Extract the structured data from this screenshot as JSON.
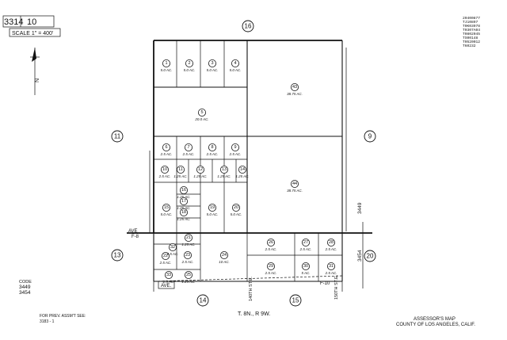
{
  "header": {
    "book": "3314",
    "page": "10",
    "scale": "SCALE 1\" = 400'"
  },
  "stamp_lines": [
    "20400877",
    "TJ10897",
    "T0K03978",
    "T0307A04",
    "T0802045",
    "TS00148",
    "T0520012",
    "T60232"
  ],
  "section_numbers": {
    "north": "16",
    "west": "11",
    "east": "9",
    "southwest": "13",
    "southeast": "20",
    "south_left": "14",
    "south_right": "15"
  },
  "street_labels": {
    "avenue_top": "AVE",
    "avenue_bottom": "AVE.",
    "street_140": "140TH ST.E.",
    "street_150": "150TH ST.E.",
    "tract_f8": "F-8",
    "tract_f10": "F-10"
  },
  "adjacent_map_refs": {
    "book_3449_top": "3449",
    "book_3454": "3454"
  },
  "parcels": [
    {
      "id": "1",
      "acres": "5.0 AC."
    },
    {
      "id": "2",
      "acres": "5.0 AC."
    },
    {
      "id": "3",
      "acres": "5.0 AC."
    },
    {
      "id": "4",
      "acres": "5.0 AC."
    },
    {
      "id": "5",
      "acres": "20.0 AC."
    },
    {
      "id": "6",
      "acres": "2.5 AC."
    },
    {
      "id": "7",
      "acres": "2.5 AC."
    },
    {
      "id": "8",
      "acres": "2.5 AC."
    },
    {
      "id": "9",
      "acres": "2.5 AC."
    },
    {
      "id": "10",
      "acres": "2.5 AC."
    },
    {
      "id": "11",
      "acres": "1.25 AC."
    },
    {
      "id": "12",
      "acres": "1.25 AC."
    },
    {
      "id": "13",
      "acres": "1.25 AC."
    },
    {
      "id": "14",
      "acres": "1.25 AC."
    },
    {
      "id": "15",
      "acres": "5.0 AC."
    },
    {
      "id": "16",
      "acres": "1.25 AC."
    },
    {
      "id": "17",
      "acres": "1.25 AC."
    },
    {
      "id": "18",
      "acres": "1.25 AC."
    },
    {
      "id": "19",
      "acres": "5.0 AC."
    },
    {
      "id": "20",
      "acres": "5.0 AC."
    },
    {
      "id": "21",
      "acres": "1.25 AC."
    },
    {
      "id": "22",
      "acres": "2.5 AC."
    },
    {
      "id": "23",
      "acres": "2.5 AC."
    },
    {
      "id": "24",
      "acres": "10 AC."
    },
    {
      "id": "25",
      "acres": "1.25 AC."
    },
    {
      "id": "26",
      "acres": "2.5 AC."
    },
    {
      "id": "27",
      "acres": "2.5 AC."
    },
    {
      "id": "28",
      "acres": "2.5 AC."
    },
    {
      "id": "29",
      "acres": "2.5 AC."
    },
    {
      "id": "30",
      "acres": "5 AC."
    },
    {
      "id": "31",
      "acres": "2.5 AC."
    },
    {
      "id": "32",
      "acres": "2.5 AC."
    },
    {
      "id": "33",
      "acres": "2.5 AC."
    },
    {
      "id": "43",
      "acres": "38.75 AC."
    },
    {
      "id": "44",
      "acres": "38.75 AC."
    }
  ],
  "footer": {
    "code_label": "CODE",
    "codes": [
      "3449",
      "3454"
    ],
    "prev_assmt": "FOR PREV. ASSM'T SEE:",
    "prev_ref": "3183 - 1",
    "township": "T. 8N., R 9W.",
    "title_line1": "ASSESSOR'S MAP",
    "title_line2": "COUNTY OF LOS ANGELES, CALIF."
  }
}
